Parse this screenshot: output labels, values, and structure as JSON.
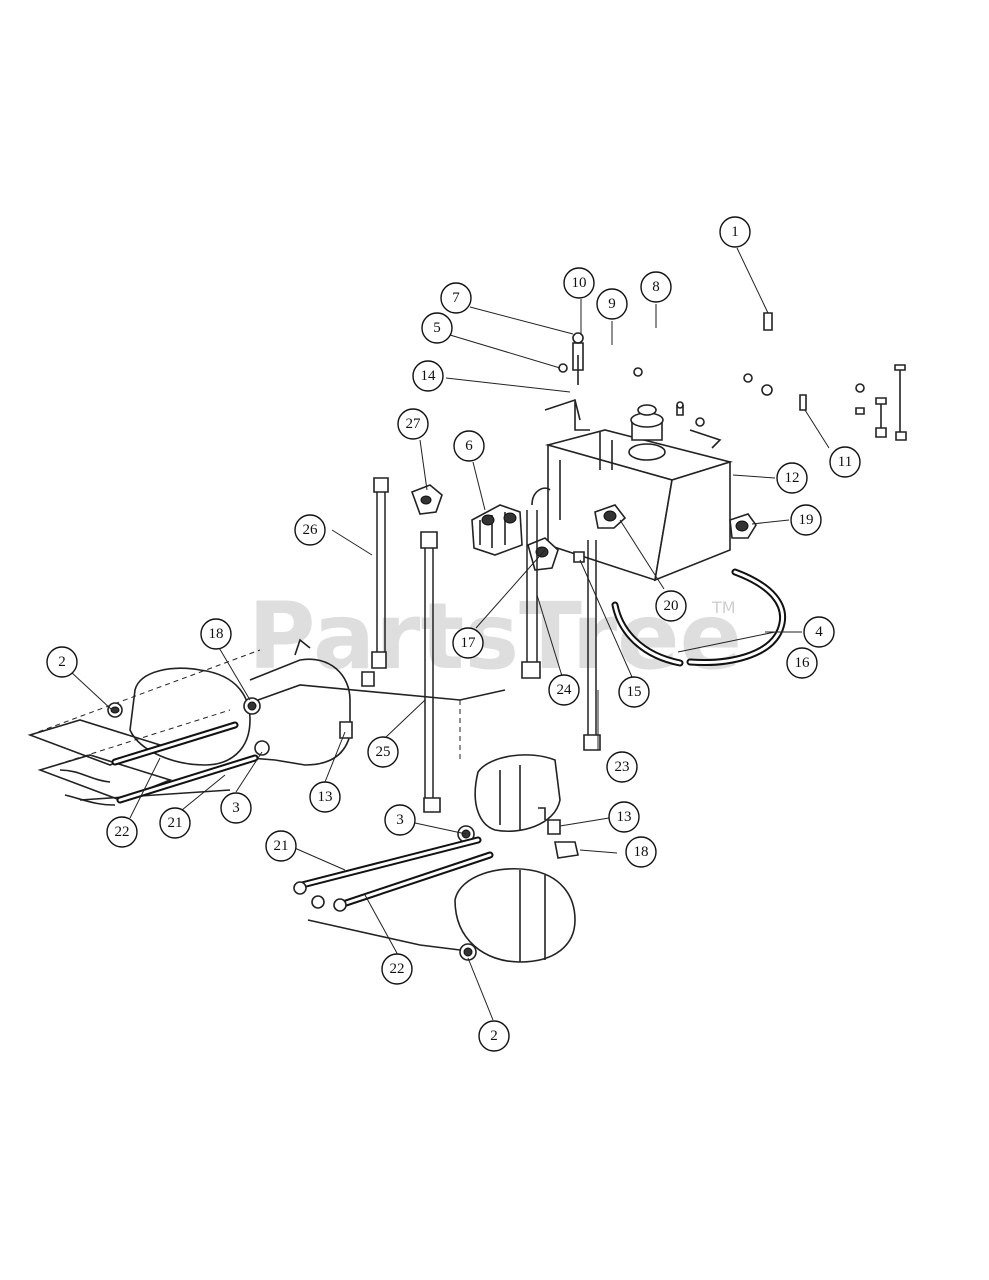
{
  "watermark": {
    "text": "PartsTree",
    "trademark": "TM"
  },
  "callouts": [
    {
      "label": "1"
    },
    {
      "label": "7"
    },
    {
      "label": "10"
    },
    {
      "label": "9"
    },
    {
      "label": "8"
    },
    {
      "label": "5"
    },
    {
      "label": "14"
    },
    {
      "label": "27"
    },
    {
      "label": "6"
    },
    {
      "label": "12"
    },
    {
      "label": "11"
    },
    {
      "label": "26"
    },
    {
      "label": "19"
    },
    {
      "label": "20"
    },
    {
      "label": "17"
    },
    {
      "label": "18"
    },
    {
      "label": "4"
    },
    {
      "label": "16"
    },
    {
      "label": "2"
    },
    {
      "label": "24"
    },
    {
      "label": "15"
    },
    {
      "label": "25"
    },
    {
      "label": "23"
    },
    {
      "label": "13"
    },
    {
      "label": "3"
    },
    {
      "label": "22"
    },
    {
      "label": "21"
    },
    {
      "label": "3"
    },
    {
      "label": "13"
    },
    {
      "label": "21"
    },
    {
      "label": "18"
    },
    {
      "label": "22"
    },
    {
      "label": "2"
    }
  ]
}
